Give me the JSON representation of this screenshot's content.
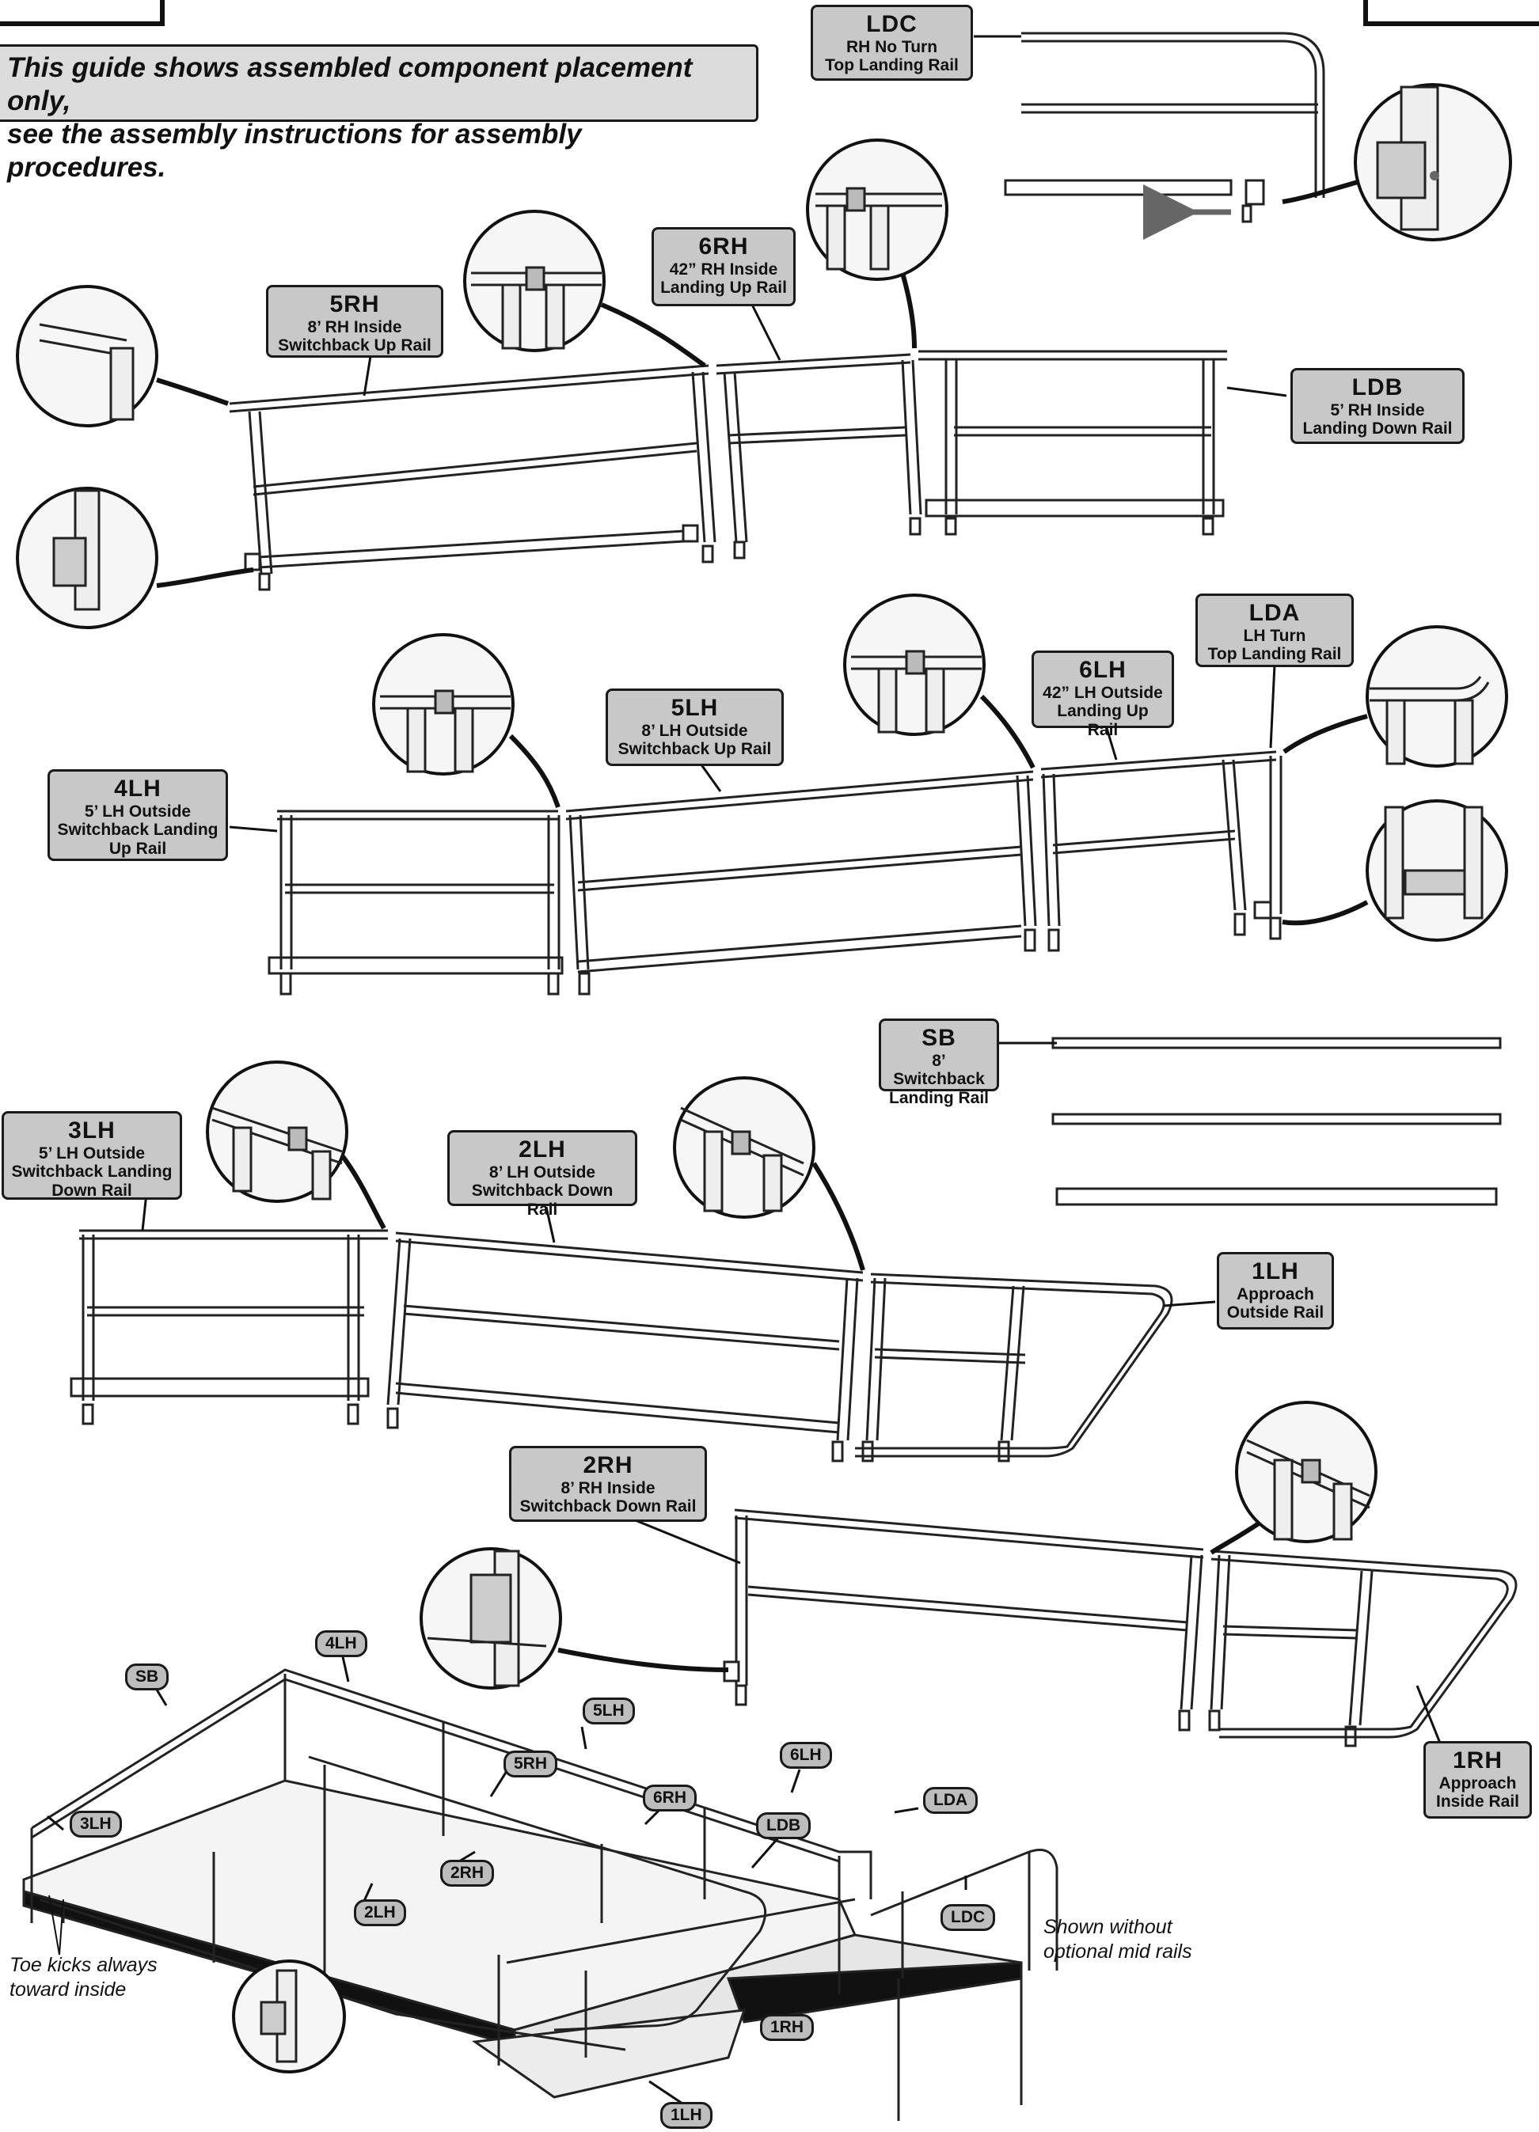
{
  "header_note": "This guide shows assembled component placement only,\nsee the assembly instructions for assembly procedures.",
  "parts": {
    "LDC": {
      "code": "LDC",
      "desc": "RH No Turn\nTop Landing Rail"
    },
    "6RH": {
      "code": "6RH",
      "desc": "42” RH Inside\nLanding Up Rail"
    },
    "5RH": {
      "code": "5RH",
      "desc": "8’ RH Inside\nSwitchback Up Rail"
    },
    "LDB": {
      "code": "LDB",
      "desc": "5’ RH Inside\nLanding Down Rail"
    },
    "LDA": {
      "code": "LDA",
      "desc": "LH Turn\nTop Landing Rail"
    },
    "6LH": {
      "code": "6LH",
      "desc": "42” LH Outside\nLanding Up Rail"
    },
    "5LH": {
      "code": "5LH",
      "desc": "8’ LH Outside\nSwitchback Up Rail"
    },
    "4LH": {
      "code": "4LH",
      "desc": "5’ LH Outside\nSwitchback Landing\nUp Rail"
    },
    "SB": {
      "code": "SB",
      "desc": "8’ Switchback\nLanding Rail"
    },
    "3LH": {
      "code": "3LH",
      "desc": "5’ LH Outside\nSwitchback Landing\nDown Rail"
    },
    "2LH": {
      "code": "2LH",
      "desc": "8’ LH Outside\nSwitchback Down Rail"
    },
    "1LH": {
      "code": "1LH",
      "desc": "Approach\nOutside Rail"
    },
    "2RH": {
      "code": "2RH",
      "desc": "8’ RH Inside\nSwitchback Down Rail"
    },
    "1RH": {
      "code": "1RH",
      "desc": "Approach\nInside Rail"
    }
  },
  "assembly_labels": {
    "SB": "SB",
    "4LH": "4LH",
    "5LH": "5LH",
    "5RH": "5RH",
    "6RH": "6RH",
    "6LH": "6LH",
    "LDA": "LDA",
    "3LH": "3LH",
    "LDB": "LDB",
    "2RH": "2RH",
    "2LH": "2LH",
    "LDC": "LDC",
    "1RH": "1RH",
    "1LH": "1LH"
  },
  "notes": {
    "toe_kicks": "Toe kicks always\ntoward inside",
    "no_mid_rails": "Shown without\noptional mid rails"
  },
  "colors": {
    "callout_fill": "#c8c8c8",
    "pill_fill": "#bdbdbd",
    "line": "#1a1a1a"
  }
}
